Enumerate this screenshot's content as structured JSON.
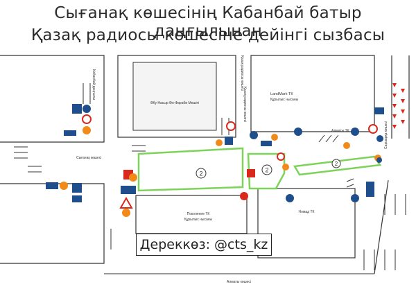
{
  "title": {
    "line1": "Сығанақ көшесінің Кабанбай батыр даңғылынан",
    "line2": "Қазақ радиосы көшесіне дейінгі сызбасы"
  },
  "streets": {
    "kabanbai": "Кабанбай даңғылы",
    "syganak": "Сығанақ көшесі",
    "kazakh_radio": "Қазақ радиосы көшесі",
    "saryarka": "Сарыарқа көшесі",
    "almaty_top": "Алматы ТК",
    "almaty_bottom": "Алматы көшесі"
  },
  "buildings": {
    "mosque": "Әбу Насыр Әл-Фараби Мешіті",
    "landmark_name": "LandMark ТК",
    "landmark_sub": "Құрылыс нысаны",
    "pokolenie_name": "Поколение ТК",
    "pokolenie_sub": "Құрылыс нысаны",
    "nomad": "Номад ТК"
  },
  "markers": {
    "zone_a": "2",
    "zone_b": "2",
    "zone_c": "2"
  },
  "source": "Дереккөз: @cts_kz",
  "colors": {
    "work_zone": "#7dd35a",
    "sign_blue": "#1f4e8c",
    "sign_red": "#d9281c",
    "sign_orange": "#f28a1a",
    "block": "#e9e9e9"
  }
}
